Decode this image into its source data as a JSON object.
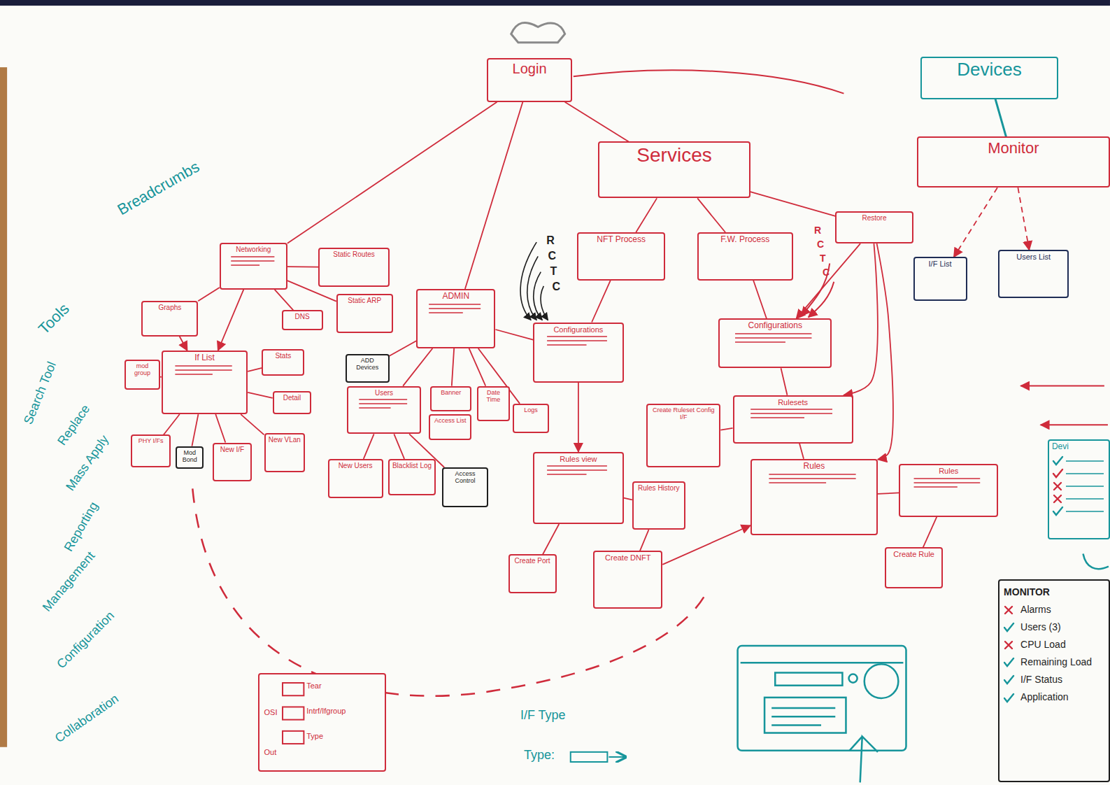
{
  "diagram": {
    "nodes": [
      {
        "text": [
          "Login"
        ]
      },
      {
        "text": [
          "Services"
        ]
      },
      {
        "text": [
          "Devices"
        ]
      },
      {
        "text": [
          "Monitor"
        ]
      },
      {
        "text": [
          "Networking"
        ]
      },
      {
        "text": [
          "Static Routes"
        ]
      },
      {
        "text": [
          "DNS"
        ]
      },
      {
        "text": [
          "Static ARP"
        ]
      },
      {
        "text": [
          "Graphs"
        ]
      },
      {
        "text": [
          "If List"
        ]
      },
      {
        "text": [
          "Stats"
        ]
      },
      {
        "text": [
          "Detail"
        ]
      },
      {
        "text": [
          "mod group"
        ]
      },
      {
        "text": [
          "PHY I/Fs"
        ]
      },
      {
        "text": [
          "Mod Bond"
        ]
      },
      {
        "text": [
          "New I/F"
        ]
      },
      {
        "text": [
          "New VLan"
        ]
      },
      {
        "text": [
          "ADMIN"
        ]
      },
      {
        "text": [
          "ADD Devices"
        ]
      },
      {
        "text": [
          "Users"
        ]
      },
      {
        "text": [
          "New Users"
        ]
      },
      {
        "text": [
          "Blacklist Log"
        ]
      },
      {
        "text": [
          "Access Control"
        ]
      },
      {
        "text": [
          "Banner"
        ]
      },
      {
        "text": [
          "Access List"
        ]
      },
      {
        "text": [
          "Date Time"
        ]
      },
      {
        "text": [
          "Logs"
        ]
      },
      {
        "text": [
          "NFT Process"
        ]
      },
      {
        "text": [
          "F.W. Process"
        ]
      },
      {
        "text": [
          "Configurations"
        ]
      },
      {
        "text": [
          "Configurations"
        ]
      },
      {
        "text": [
          "Rulesets"
        ]
      },
      {
        "text": [
          "Create Ruleset Config I/F"
        ]
      },
      {
        "text": [
          "Rules view"
        ]
      },
      {
        "text": [
          "Rules History"
        ]
      },
      {
        "text": [
          "Create Port"
        ]
      },
      {
        "text": [
          "Create DNFT"
        ]
      },
      {
        "text": [
          "Rules"
        ]
      },
      {
        "text": [
          "Rules"
        ]
      },
      {
        "text": [
          "Create Rule"
        ]
      },
      {
        "text": [
          "Restore"
        ]
      },
      {
        "text": [
          "I/F List"
        ]
      },
      {
        "text": [
          "Users List"
        ]
      },
      {
        "text": [
          "Devi"
        ]
      },
      {
        "text": [
          "MONITOR",
          "Alarms",
          "Users (3)",
          "CPU Load",
          "Remaining Load",
          "I/F Status",
          "Application"
        ]
      },
      {
        "text": [
          "Tear",
          "Intrf/Ifgroup",
          "Type",
          "OSI",
          "Out"
        ]
      }
    ],
    "edges": [
      {
        "from": 0,
        "to": 4,
        "arrow": "none"
      },
      {
        "from": 0,
        "to": 17,
        "arrow": "none"
      },
      {
        "from": 0,
        "to": 1,
        "arrow": "none"
      },
      {
        "from": 1,
        "to": 27,
        "arrow": "none"
      },
      {
        "from": 1,
        "to": 28,
        "arrow": "none"
      },
      {
        "from": 1,
        "to": 40,
        "arrow": "none"
      },
      {
        "from": 2,
        "to": 3,
        "arrow": "none"
      },
      {
        "from": 3,
        "to": 41,
        "arrow": "to"
      },
      {
        "from": 3,
        "to": 42,
        "arrow": "to"
      },
      {
        "from": 4,
        "to": 5,
        "arrow": "none"
      },
      {
        "from": 4,
        "to": 6,
        "arrow": "none"
      },
      {
        "from": 4,
        "to": 7,
        "arrow": "none"
      },
      {
        "from": 4,
        "to": 8,
        "arrow": "none"
      },
      {
        "from": 4,
        "to": 9,
        "arrow": "to"
      },
      {
        "from": 8,
        "to": 9,
        "arrow": "to"
      },
      {
        "from": 9,
        "to": 10,
        "arrow": "none"
      },
      {
        "from": 9,
        "to": 11,
        "arrow": "none"
      },
      {
        "from": 9,
        "to": 12,
        "arrow": "none"
      },
      {
        "from": 9,
        "to": 13,
        "arrow": "none"
      },
      {
        "from": 9,
        "to": 14,
        "arrow": "none"
      },
      {
        "from": 9,
        "to": 15,
        "arrow": "none"
      },
      {
        "from": 9,
        "to": 16,
        "arrow": "none"
      },
      {
        "from": 17,
        "to": 18,
        "arrow": "none"
      },
      {
        "from": 17,
        "to": 19,
        "arrow": "none"
      },
      {
        "from": 17,
        "to": 23,
        "arrow": "none"
      },
      {
        "from": 17,
        "to": 25,
        "arrow": "none"
      },
      {
        "from": 17,
        "to": 26,
        "arrow": "none"
      },
      {
        "from": 17,
        "to": 29,
        "arrow": "none"
      },
      {
        "from": 19,
        "to": 20,
        "arrow": "none"
      },
      {
        "from": 19,
        "to": 21,
        "arrow": "none"
      },
      {
        "from": 19,
        "to": 22,
        "arrow": "none"
      },
      {
        "from": 27,
        "to": 29,
        "arrow": "none"
      },
      {
        "from": 29,
        "to": 33,
        "arrow": "to"
      },
      {
        "from": 33,
        "to": 34,
        "arrow": "none"
      },
      {
        "from": 33,
        "to": 35,
        "arrow": "none"
      },
      {
        "from": 34,
        "to": 36,
        "arrow": "none"
      },
      {
        "from": 28,
        "to": 30,
        "arrow": "none"
      },
      {
        "from": 30,
        "to": 31,
        "arrow": "none"
      },
      {
        "from": 31,
        "to": 37,
        "arrow": "none"
      },
      {
        "from": 32,
        "to": 31,
        "arrow": "none"
      },
      {
        "from": 37,
        "to": 38,
        "arrow": "none"
      },
      {
        "from": 38,
        "to": 39,
        "arrow": "none"
      },
      {
        "from": 40,
        "to": 30,
        "arrow": "to"
      },
      {
        "from": 40,
        "to": 31,
        "arrow": "to"
      },
      {
        "from": 40,
        "to": 37,
        "arrow": "to"
      },
      {
        "from": 36,
        "to": 37,
        "arrow": "to"
      }
    ],
    "labels": [
      "Breadcrumbs",
      "Tools",
      "Search Tool",
      "Replace",
      "Mass Apply",
      "Reporting",
      "Management",
      "Configuration",
      "Collaboration",
      "I/F Type",
      "Type:",
      "R",
      "C",
      "T",
      "C",
      "R",
      "C",
      "T",
      "C"
    ]
  }
}
